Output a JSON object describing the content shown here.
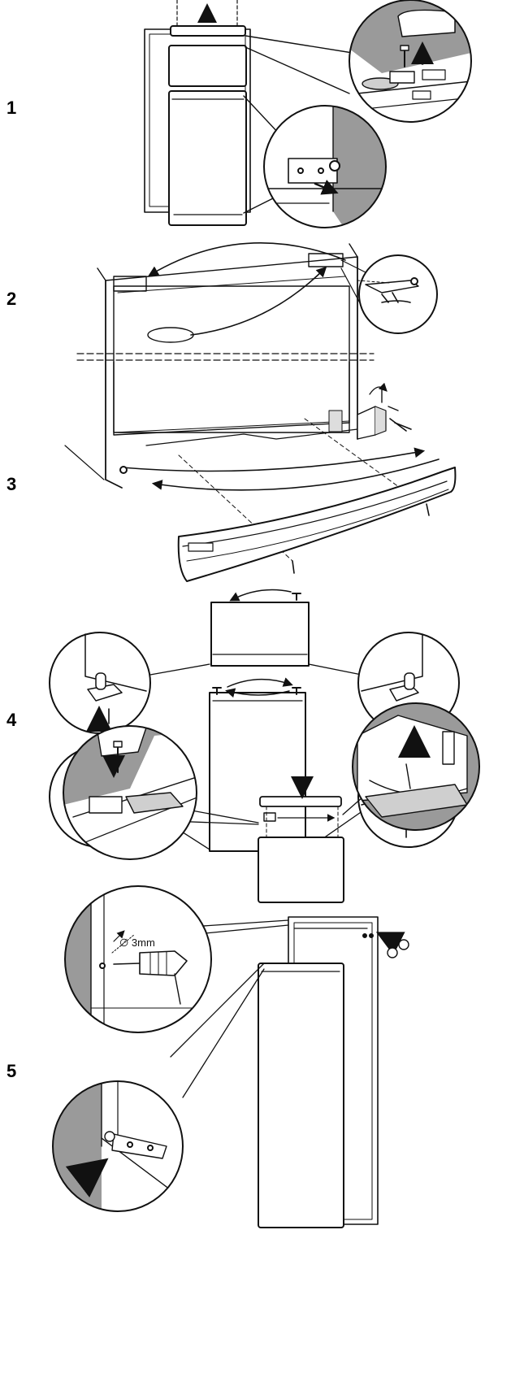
{
  "steps": [
    {
      "number": "1"
    },
    {
      "number": "2"
    },
    {
      "number": "3"
    },
    {
      "number": "4"
    },
    {
      "number": "5"
    }
  ],
  "drill_label": "∅ 3mm",
  "colors": {
    "line": "#111111",
    "shade": "#9a9a9a",
    "light_shade": "#cfcfcf",
    "fill": "#ffffff"
  },
  "icons": [
    "arrow-up-icon",
    "arrow-down-icon",
    "arrow-right-icon",
    "screw-icon",
    "hinge-icon",
    "drill-icon"
  ]
}
